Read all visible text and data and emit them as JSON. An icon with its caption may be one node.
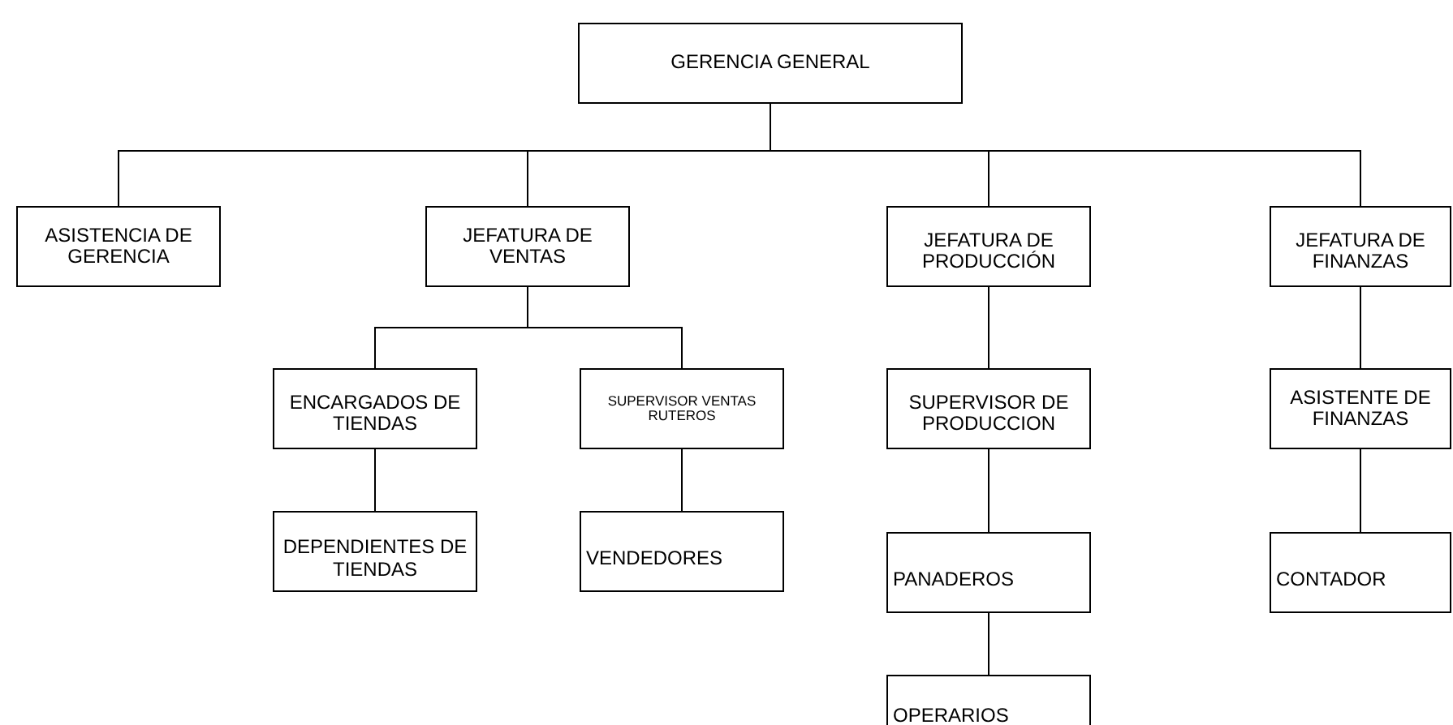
{
  "diagram": {
    "nodes": [
      {
        "text": [
          "GERENCIA GENERAL"
        ]
      },
      {
        "text": [
          "ASISTENCIA DE GERENCIA"
        ]
      },
      {
        "text": [
          "JEFATURA DE VENTAS"
        ]
      },
      {
        "text": [
          "JEFATURA DE PRODUCCIÓN"
        ]
      },
      {
        "text": [
          "JEFATURA DE FINANZAS"
        ]
      },
      {
        "text": [
          "ENCARGADOS DE TIENDAS"
        ]
      },
      {
        "text": [
          "SUPERVISOR VENTAS RUTEROS"
        ]
      },
      {
        "text": [
          "SUPERVISOR DE PRODUCCION"
        ]
      },
      {
        "text": [
          "ASISTENTE DE FINANZAS"
        ]
      },
      {
        "text": [
          "DEPENDIENTES DE TIENDAS"
        ]
      },
      {
        "text": [
          "VENDEDORES"
        ]
      },
      {
        "text": [
          "PANADEROS"
        ]
      },
      {
        "text": [
          "CONTADOR"
        ]
      },
      {
        "text": [
          "OPERARIOS"
        ]
      }
    ],
    "edges": [
      {
        "from": 0,
        "to": 1,
        "arrow": "none"
      },
      {
        "from": 0,
        "to": 2,
        "arrow": "none"
      },
      {
        "from": 0,
        "to": 3,
        "arrow": "none"
      },
      {
        "from": 0,
        "to": 4,
        "arrow": "none"
      },
      {
        "from": 2,
        "to": 5,
        "arrow": "none"
      },
      {
        "from": 2,
        "to": 6,
        "arrow": "none"
      },
      {
        "from": 3,
        "to": 7,
        "arrow": "none"
      },
      {
        "from": 4,
        "to": 8,
        "arrow": "none"
      },
      {
        "from": 5,
        "to": 9,
        "arrow": "none"
      },
      {
        "from": 6,
        "to": 10,
        "arrow": "none"
      },
      {
        "from": 7,
        "to": 11,
        "arrow": "none"
      },
      {
        "from": 8,
        "to": 12,
        "arrow": "none"
      },
      {
        "from": 11,
        "to": 13,
        "arrow": "none"
      }
    ]
  }
}
